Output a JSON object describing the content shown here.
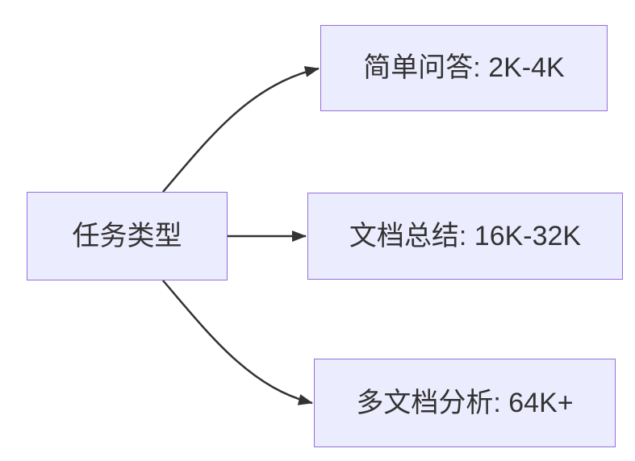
{
  "diagram": {
    "type": "flowchart",
    "direction": "left-to-right",
    "root": {
      "label": "任务类型"
    },
    "branches": [
      {
        "label": "简单问答: 2K-4K"
      },
      {
        "label": "文档总结: 16K-32K"
      },
      {
        "label": "多文档分析: 64K+"
      }
    ]
  },
  "theme": {
    "background": "#FFFFFF",
    "node_fill": "#ECECFF",
    "node_border": "#9370DB",
    "edge_color": "#333333",
    "text_color": "#333333"
  }
}
